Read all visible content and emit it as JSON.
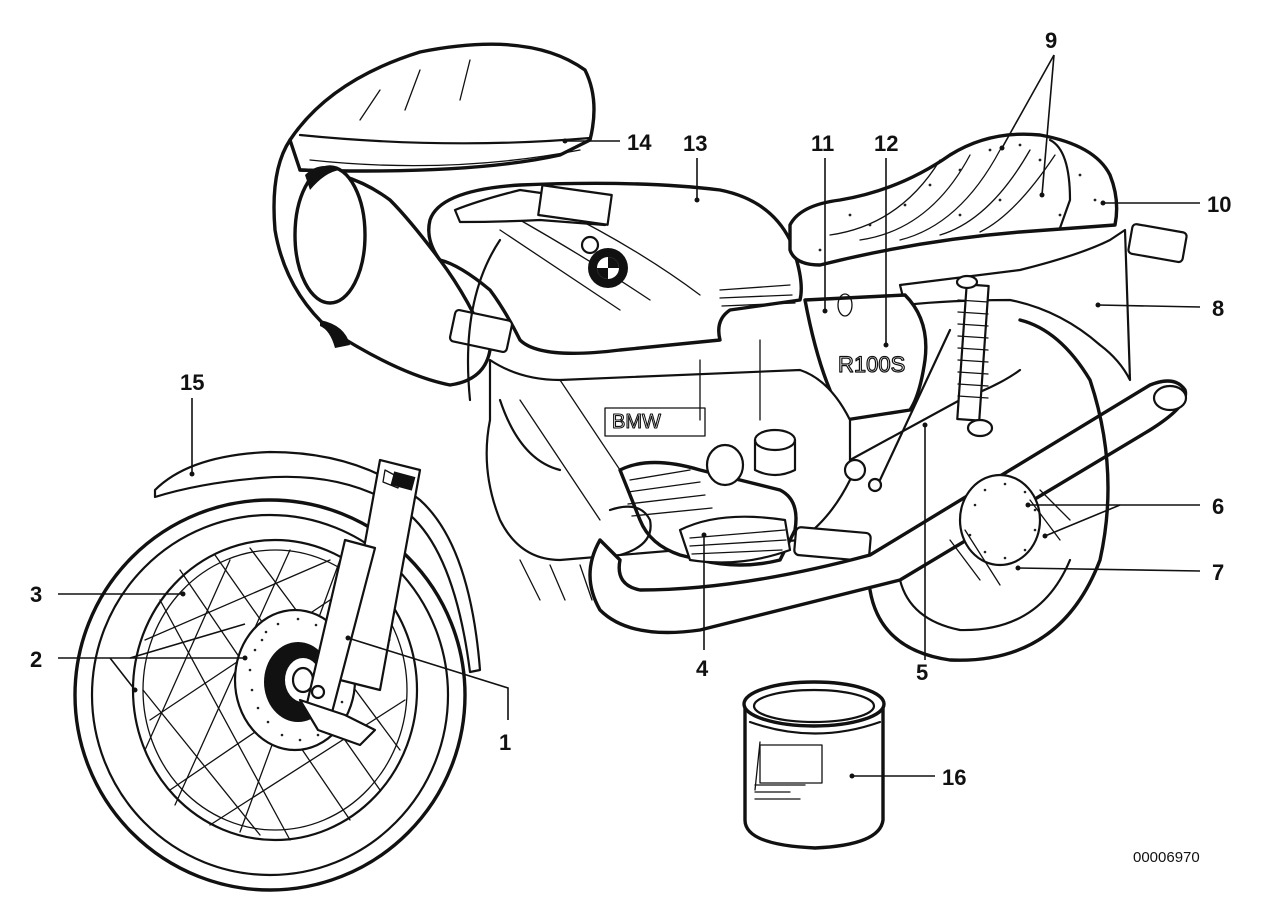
{
  "figure": {
    "reference_number": "00006970",
    "decal_lettering": [
      "BMW",
      "R100S"
    ]
  },
  "callouts": [
    {
      "id": "1",
      "label": "1"
    },
    {
      "id": "2",
      "label": "2"
    },
    {
      "id": "3",
      "label": "3"
    },
    {
      "id": "4",
      "label": "4"
    },
    {
      "id": "5",
      "label": "5"
    },
    {
      "id": "6",
      "label": "6"
    },
    {
      "id": "7",
      "label": "7"
    },
    {
      "id": "8",
      "label": "8"
    },
    {
      "id": "9",
      "label": "9"
    },
    {
      "id": "10",
      "label": "10"
    },
    {
      "id": "11",
      "label": "11"
    },
    {
      "id": "12",
      "label": "12"
    },
    {
      "id": "13",
      "label": "13"
    },
    {
      "id": "14",
      "label": "14"
    },
    {
      "id": "15",
      "label": "15"
    },
    {
      "id": "16",
      "label": "16"
    }
  ]
}
